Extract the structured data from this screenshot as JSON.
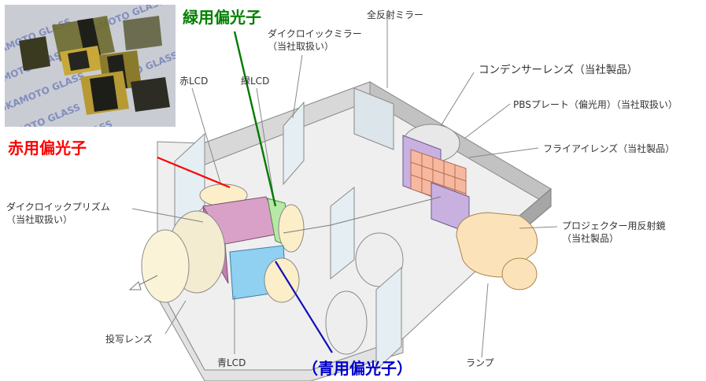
{
  "photo": {
    "watermark": "OKAMOTO GLASS"
  },
  "highlights": {
    "red_polarizer": "赤用偏光子",
    "green_polarizer": "緑用偏光子",
    "blue_polarizer": "（青用偏光子）"
  },
  "labels": {
    "dichroic_mirror_line1": "ダイクロイックミラー",
    "dichroic_mirror_line2": "（当社取扱い）",
    "total_reflection_mirror": "全反射ミラー",
    "condenser_lens": "コンデンサーレンズ（当社製品）",
    "pbs_plate": "PBSプレート（偏光用）（当社取扱い）",
    "fly_eye_lens": "フライアイレンズ（当社製品）",
    "red_lcd": "赤LCD",
    "green_lcd": "緑LCD",
    "dichroic_prism_line1": "ダイクロイックプリズム",
    "dichroic_prism_line2": "（当社取扱い）",
    "reflector_line1": "プロジェクター用反射鏡",
    "reflector_line2": "（当社製品）",
    "projection_lens": "投写レンズ",
    "blue_lcd": "青LCD",
    "lamp": "ランプ"
  },
  "colors": {
    "red": "#ff0000",
    "green": "#008000",
    "blue": "#0000cc",
    "prism_pink": "#d9a0c8",
    "fly_eye": "#f6b9a0",
    "pbs": "#c8b0e0",
    "lcd_green": "#b8e8a8",
    "lcd_blue": "#90d0f0",
    "lamp": "#fbe2b8"
  }
}
